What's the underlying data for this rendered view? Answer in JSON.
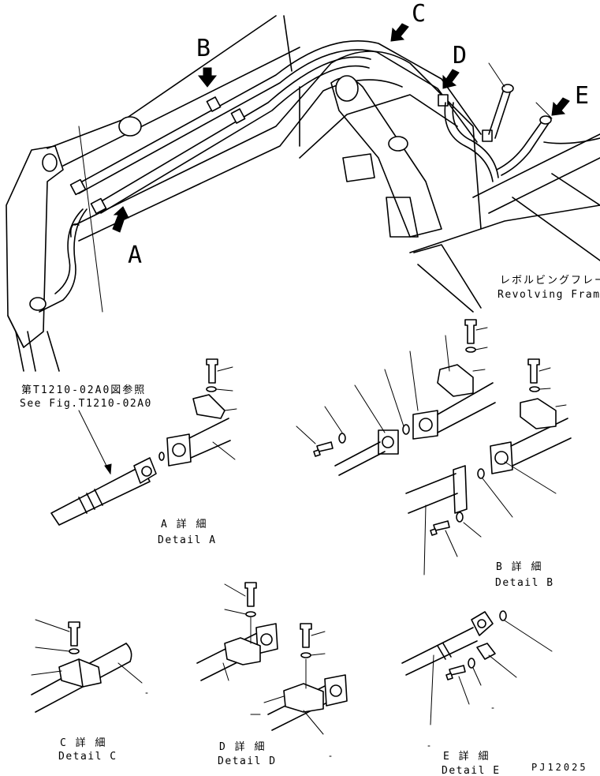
{
  "callouts": {
    "a": "A",
    "b": "B",
    "c": "C",
    "d": "D",
    "e": "E"
  },
  "frame_label": {
    "jp": "レボルビングフレーム",
    "en": "Revolving Frame"
  },
  "reference_note": {
    "jp": "第T1210-02A0図参照",
    "en": "See Fig.T1210-02A0"
  },
  "details": {
    "a": {
      "jp": "A 詳 細",
      "en": "Detail A"
    },
    "b": {
      "jp": "B 詳 細",
      "en": "Detail B"
    },
    "c": {
      "jp": "C 詳 細",
      "en": "Detail C"
    },
    "d": {
      "jp": "D 詳 細",
      "en": "Detail D"
    },
    "e": {
      "jp": "E 詳 細",
      "en": "Detail E"
    }
  },
  "drawing_code": "PJ12025"
}
